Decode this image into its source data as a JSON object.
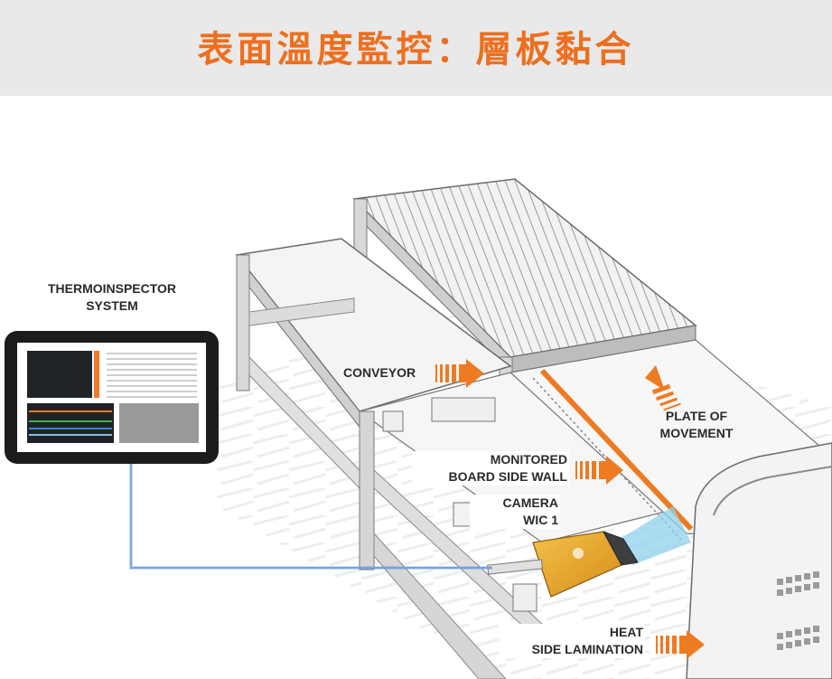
{
  "header": {
    "title": "表面溫度監控：層板黏合"
  },
  "labels": {
    "system_line1": "THERMOINSPECTOR",
    "system_line2": "SYSTEM",
    "conveyor": "CONVEYOR",
    "plate_line1": "PLATE OF",
    "plate_line2": "MOVEMENT",
    "monitored_line1": "MONITORED",
    "monitored_line2": "BOARD SIDE WALL",
    "camera_line1": "CAMERA",
    "camera_line2": "WIC 1",
    "heat_line1": "HEAT",
    "heat_line2": "SIDE LAMINATION"
  },
  "colors": {
    "accent": "#ee7a22",
    "header_bg": "#e9e9e9",
    "cable": "#3d7fd0",
    "tablet": "#1c1c1e",
    "camera": "#e8a227",
    "camera_beam": "#8fd0ee"
  },
  "icons": {
    "arrow": "striped-right-arrow-icon",
    "up_arrow": "striped-up-arrow-icon"
  }
}
